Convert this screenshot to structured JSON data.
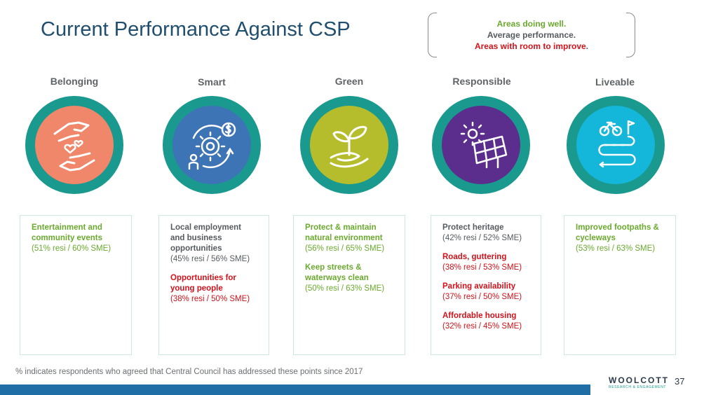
{
  "title": "Current Performance Against CSP",
  "legend": {
    "good": "Areas doing well.",
    "average": "Average performance.",
    "bad": "Areas with room to improve",
    "bad_suffix": "."
  },
  "columns": [
    {
      "heading": "Belonging",
      "icon": "hands-hearts-icon",
      "circle_color": "#f0866a",
      "items": [
        {
          "label": "Entertainment and community events",
          "stat": "(51% resi / 60% SME)",
          "status": "good"
        }
      ]
    },
    {
      "heading": "Smart",
      "icon": "gear-dollar-icon",
      "circle_color": "#3d74b5",
      "items": [
        {
          "label": "Local employment and business opportunities",
          "stat": "(45% resi / 56% SME)",
          "status": "avg"
        },
        {
          "label": "Opportunities for young people",
          "stat": "(38% resi / 50% SME)",
          "status": "bad"
        }
      ]
    },
    {
      "heading": "Green",
      "icon": "sprout-hand-icon",
      "circle_color": "#b6bd2d",
      "items": [
        {
          "label": "Protect & maintain natural environment",
          "stat": "(56% resi / 65% SME)",
          "status": "good"
        },
        {
          "label": "Keep streets & waterways clean",
          "stat": "(50% resi / 63% SME)",
          "status": "good"
        }
      ]
    },
    {
      "heading": "Responsible",
      "icon": "solar-panel-icon",
      "circle_color": "#5b2d8c",
      "items": [
        {
          "label": "Protect heritage",
          "stat": "(42% resi / 52% SME)",
          "status": "avg"
        },
        {
          "label": "Roads, guttering",
          "stat": "(38% resi / 53% SME)",
          "status": "bad"
        },
        {
          "label": "Parking availability",
          "stat": "(37% resi / 50% SME)",
          "status": "bad"
        },
        {
          "label": "Affordable housing",
          "stat": "(32% resi / 45% SME)",
          "status": "bad"
        }
      ]
    },
    {
      "heading": "Liveable",
      "icon": "bicycle-path-icon",
      "circle_color": "#14b6d9",
      "items": [
        {
          "label": "Improved footpaths & cycleways",
          "stat": "(53% resi / 63% SME)",
          "status": "good"
        }
      ]
    }
  ],
  "footnote": "% indicates respondents who agreed that Central Council has addressed these points since 2017",
  "logo": {
    "word": "WOOLCOTT",
    "tagline": "RESEARCH & ENGAGEMENT"
  },
  "page_number": "37",
  "colors": {
    "ring": "#1a9a8e",
    "good": "#6aaa2e",
    "average": "#555b60",
    "bad": "#d3121b",
    "bar": "#1f6fa6"
  }
}
